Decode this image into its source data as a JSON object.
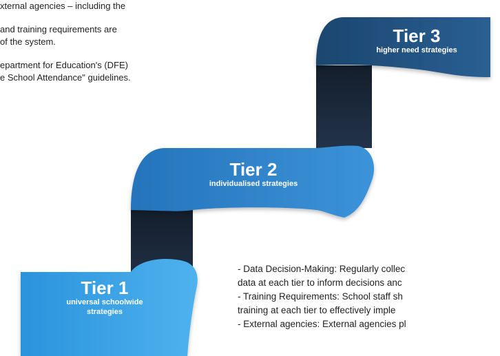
{
  "top_text": [
    "xternal agencies – including the",
    "",
    "and training requirements are",
    " of the system.",
    "",
    "epartment for Education's (DFE)",
    "e School Attendance\" guidelines."
  ],
  "tiers": [
    {
      "title": "Tier 3",
      "subtitle": "higher need strategies"
    },
    {
      "title": "Tier 2",
      "subtitle": "individualised strategies"
    },
    {
      "title": "Tier 1",
      "subtitle": "universal schoolwide strategies",
      "subtitle_lines": [
        "universal schoolwide",
        "strategies"
      ]
    }
  ],
  "notes": [
    "- Data Decision-Making: Regularly collec",
    "data at each tier to inform decisions anc",
    "- Training Requirements: School staff sh",
    "training at each tier to effectively imple",
    "- External agencies: External agencies pl"
  ],
  "colors": {
    "tier3": "#1f4e79",
    "tier2": "#2b7bc4",
    "tier1": "#2f9be2",
    "fold": "#1a2533"
  }
}
